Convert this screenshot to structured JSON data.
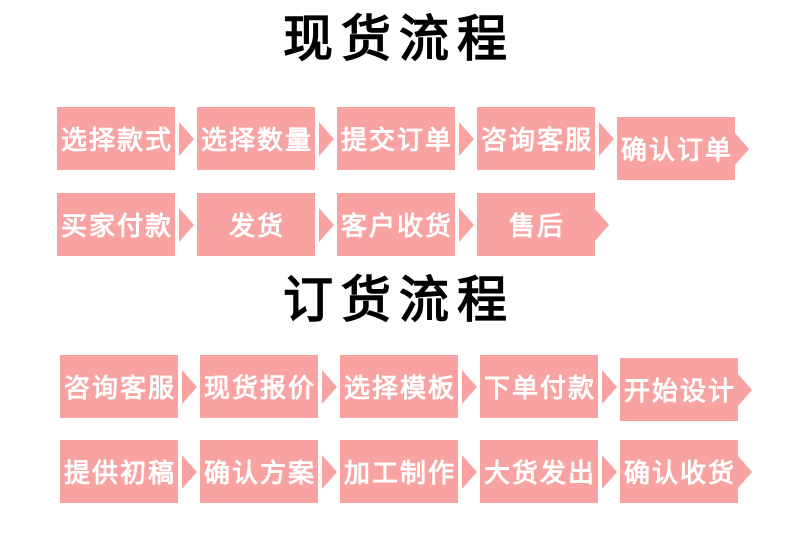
{
  "colors": {
    "background": "#ffffff",
    "box_pink": "#f9a2a2",
    "box_text": "#ffffff",
    "title_text": "#000000"
  },
  "icons": {
    "arrow_right": "right-pointing-triangle"
  },
  "sections": [
    {
      "title": "现货流程",
      "rows": [
        {
          "steps": [
            "选择款式",
            "选择数量",
            "提交订单",
            "咨询客服",
            "确认订单"
          ]
        },
        {
          "steps": [
            "买家付款",
            "发货",
            "客户收货",
            "售后"
          ]
        }
      ]
    },
    {
      "title": "订货流程",
      "rows": [
        {
          "steps": [
            "咨询客服",
            "现货报价",
            "选择模板",
            "下单付款",
            "开始设计"
          ]
        },
        {
          "steps": [
            "提供初稿",
            "确认方案",
            "加工制作",
            "大货发出",
            "确认收货"
          ]
        }
      ]
    }
  ]
}
